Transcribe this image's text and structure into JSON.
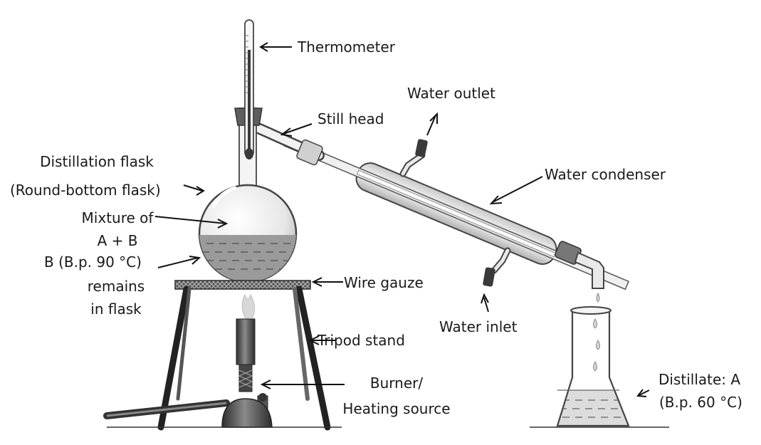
{
  "labels": {
    "thermometer": "Thermometer",
    "still_head": "Still head",
    "water_outlet": "Water outlet",
    "distillation_flask": "Distillation flask",
    "round_bottom": "(Round-bottom flask)",
    "water_condenser": "Water condenser",
    "mixture_l1": "Mixture of",
    "mixture_l2": "A + B",
    "b_l1": "B (B.p. 90 °C)",
    "b_l2": "remains",
    "b_l3": "in flask",
    "wire_gauze": "Wire gauze",
    "water_inlet": "Water inlet",
    "tripod_stand": "Tripod stand",
    "burner_l1": "Burner/",
    "burner_l2": "Heating source",
    "distillate_l1": "Distillate: A",
    "distillate_l2": "(B.p. 60 °C)"
  }
}
